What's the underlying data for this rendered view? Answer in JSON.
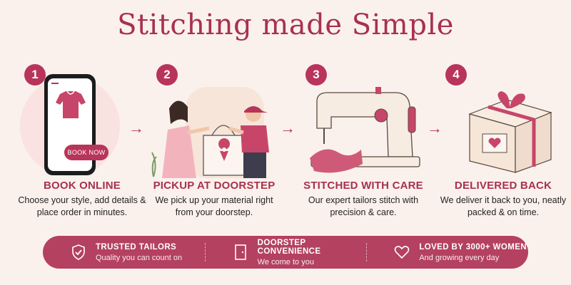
{
  "title": "Stitching made Simple",
  "arrow": "→",
  "steps": [
    {
      "num": "1",
      "heading": "BOOK ONLINE",
      "desc": "Choose your style, add details & place order in minutes.",
      "button": "BOOK NOW"
    },
    {
      "num": "2",
      "heading": "PICKUP AT DOORSTEP",
      "desc": "We pick up your material right from your doorstep."
    },
    {
      "num": "3",
      "heading": "STITCHED WITH CARE",
      "desc": "Our expert tailors stitch with precision & care."
    },
    {
      "num": "4",
      "heading": "DELIVERED BACK",
      "desc": "We deliver it back to you, neatly packed & on time."
    }
  ],
  "features": [
    {
      "icon": "shield-check-icon",
      "title": "TRUSTED TAILORS",
      "sub": "Quality you can count on"
    },
    {
      "icon": "door-icon",
      "title": "DOORSTEP CONVENIENCE",
      "sub": "We come to you"
    },
    {
      "icon": "heart-icon",
      "title": "LOVED BY 3000+ WOMEN",
      "sub": "And growing every day"
    }
  ],
  "colors": {
    "accent": "#a7314e",
    "bar": "#b4415f",
    "background": "#fbf1ec"
  }
}
